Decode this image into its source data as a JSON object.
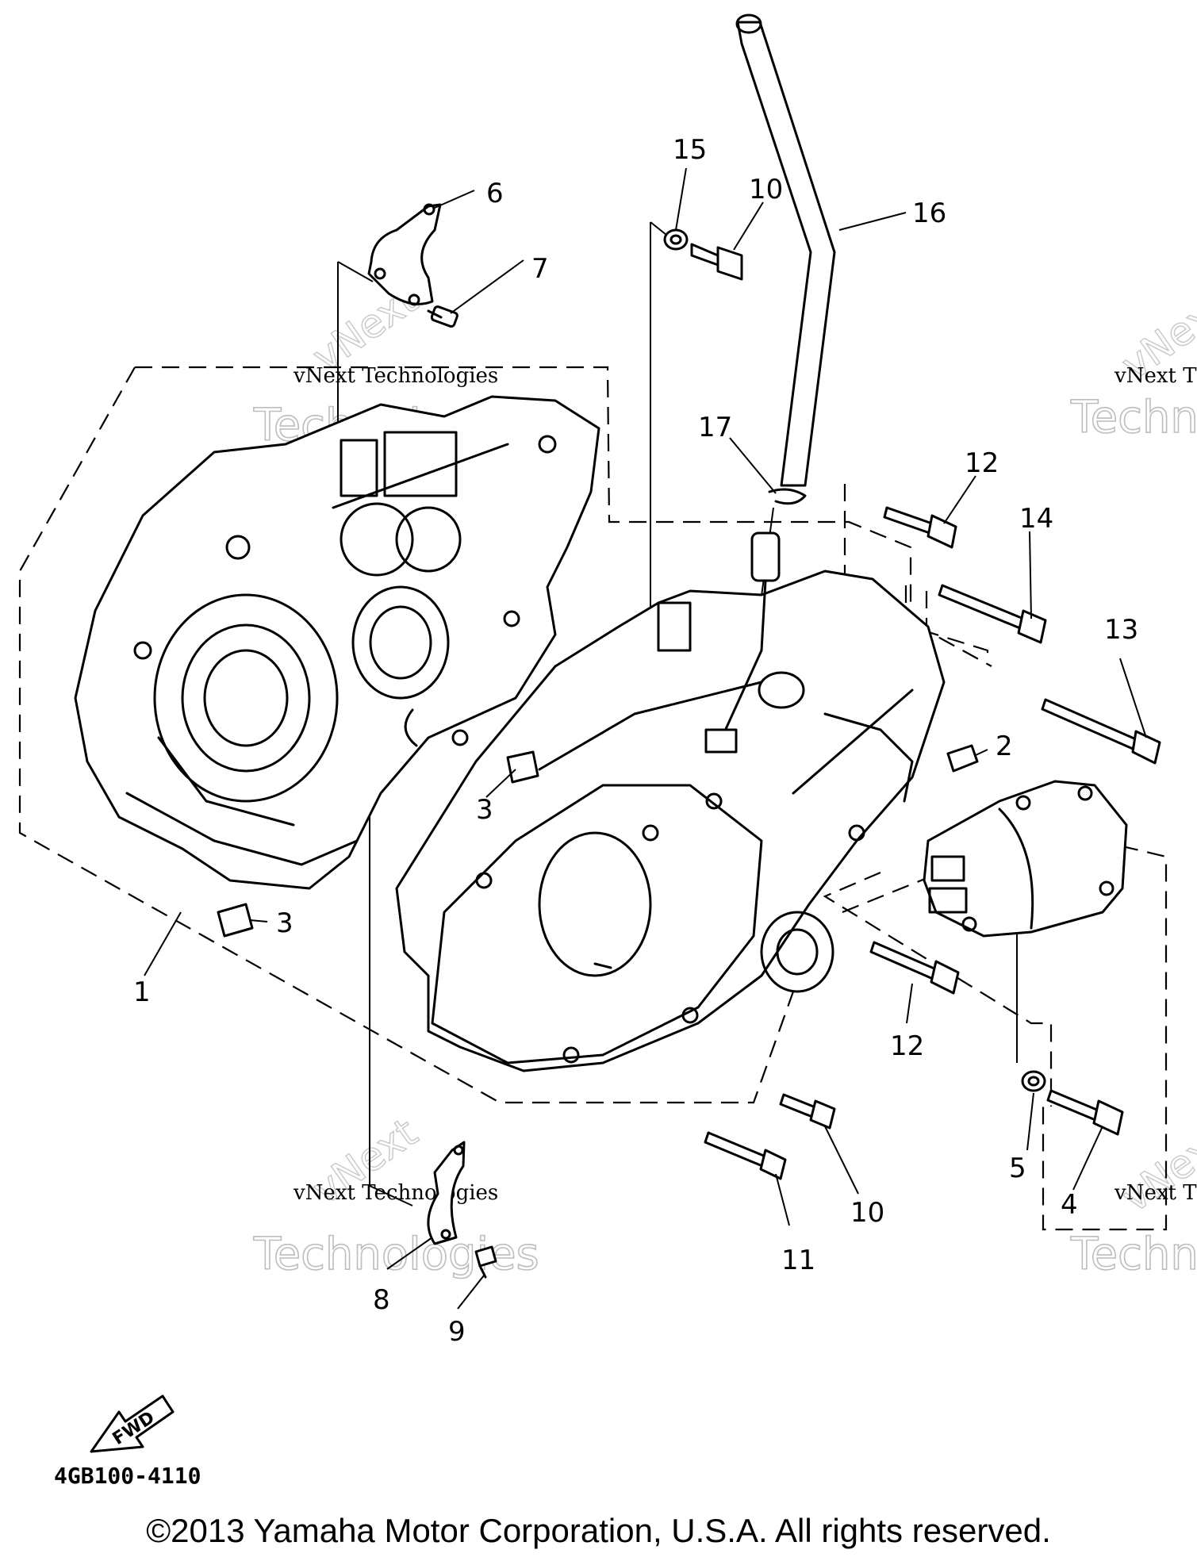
{
  "callouts": {
    "c1": "1",
    "c2": "2",
    "c3a": "3",
    "c3b": "3",
    "c4": "4",
    "c5": "5",
    "c6": "6",
    "c7": "7",
    "c8": "8",
    "c9": "9",
    "c10a": "10",
    "c10b": "10",
    "c11": "11",
    "c12a": "12",
    "c12b": "12",
    "c13": "13",
    "c14": "14",
    "c15": "15",
    "c16": "16",
    "c17": "17"
  },
  "watermark": {
    "small": "vNext Technologies",
    "small_cut": "vNext T",
    "big_v": "vNext",
    "big_t": "Technologies",
    "big_t_cut": "Techn"
  },
  "fwd_label": "FWD",
  "diagram_code": "4GB100-4110",
  "copyright": "©2013 Yamaha Motor Corporation, U.S.A. All rights reserved."
}
